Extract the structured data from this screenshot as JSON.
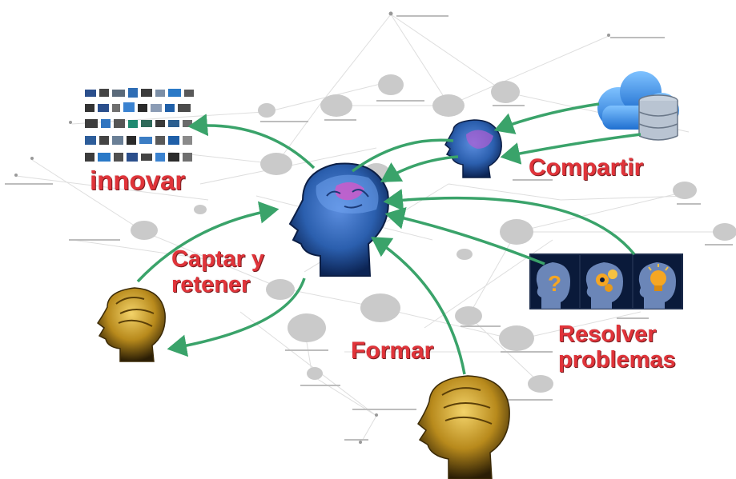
{
  "labels": {
    "innovar": "innovar",
    "compartir": "Compartir",
    "captar_line1": "Captar y",
    "captar_line2": "retener",
    "formar": "Formar",
    "resolver_line1": "Resolver",
    "resolver_line2": "problemas"
  },
  "colors": {
    "label": "#e0343a",
    "arrow": "#3aa36a",
    "network_node": "#c9c9c9",
    "network_edge": "#d9d9d9",
    "brain_blue": "#2b5fae",
    "brain_gold": "#c9a227",
    "cloud_blue": "#3b8be0"
  },
  "icons": [
    "central-blue-brain-head-icon",
    "small-blue-brain-head-icon",
    "gold-brain-head-left-icon",
    "gold-brain-head-bottom-icon",
    "cloud-database-icon",
    "devices-grid-icon",
    "question-head-icon",
    "gears-head-icon",
    "lightbulb-head-icon"
  ]
}
